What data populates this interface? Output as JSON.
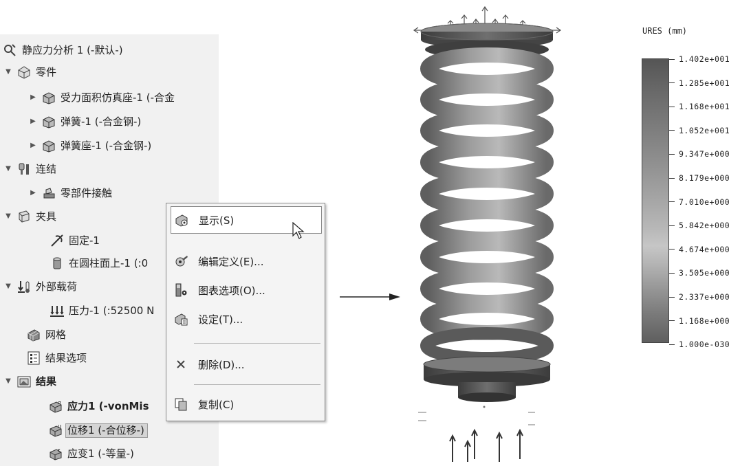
{
  "tree": {
    "items": [
      {
        "label": "静应力分析 1 (-默认-)",
        "arrow": "",
        "icon": "study-icon",
        "bold": false
      },
      {
        "label": "零件",
        "arrow": "▼",
        "icon": "parts-icon",
        "bold": false
      },
      {
        "label": "受力面积仿真座-1 (-合金",
        "arrow": "▶",
        "icon": "part-icon",
        "bold": false
      },
      {
        "label": "弹簧-1 (-合金钢-)",
        "arrow": "▶",
        "icon": "part-icon",
        "bold": false
      },
      {
        "label": "弹簧座-1 (-合金钢-)",
        "arrow": "▶",
        "icon": "part-icon",
        "bold": false
      },
      {
        "label": "连结",
        "arrow": "▼",
        "icon": "connections-icon",
        "bold": false
      },
      {
        "label": "零部件接触",
        "arrow": "▶",
        "icon": "contact-icon",
        "bold": false
      },
      {
        "label": "夹具",
        "arrow": "▼",
        "icon": "fixtures-icon",
        "bold": false
      },
      {
        "label": "固定-1",
        "arrow": "",
        "icon": "fixed-icon",
        "bold": false
      },
      {
        "label": "在圆柱面上-1 (:0",
        "arrow": "",
        "icon": "cylinder-icon",
        "bold": false
      },
      {
        "label": "外部载荷",
        "arrow": "▼",
        "icon": "loads-icon",
        "bold": false
      },
      {
        "label": "压力-1 (:52500 N",
        "arrow": "",
        "icon": "pressure-icon",
        "bold": false
      },
      {
        "label": "网格",
        "arrow": "",
        "icon": "mesh-icon",
        "bold": false
      },
      {
        "label": "结果选项",
        "arrow": "",
        "icon": "result-options-icon",
        "bold": false
      },
      {
        "label": "结果",
        "arrow": "▼",
        "icon": "results-folder-icon",
        "bold": true
      },
      {
        "label": "应力1 (-vonMis",
        "arrow": "",
        "icon": "stress-plot-icon",
        "bold": true
      },
      {
        "label": "位移1 (-合位移-)",
        "arrow": "",
        "icon": "displacement-plot-icon",
        "bold": false
      },
      {
        "label": "应变1 (-等量-)",
        "arrow": "",
        "icon": "strain-plot-icon",
        "bold": false
      }
    ]
  },
  "menu": {
    "show": "显示(S)",
    "edit": "编辑定义(E)...",
    "chart": "图表选项(O)...",
    "settings": "设定(T)...",
    "delete": "删除(D)...",
    "copy": "复制(C)"
  },
  "legend": {
    "title": "URES (mm)",
    "values": [
      "1.402e+001",
      "1.285e+001",
      "1.168e+001",
      "1.052e+001",
      "9.347e+000",
      "8.179e+000",
      "7.010e+000",
      "5.842e+000",
      "4.674e+000",
      "3.505e+000",
      "2.337e+000",
      "1.168e+000",
      "1.000e-030"
    ]
  }
}
